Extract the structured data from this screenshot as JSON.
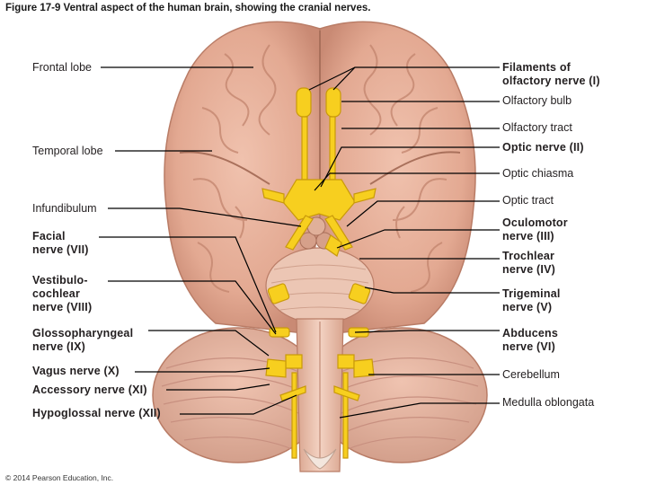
{
  "figure": {
    "title": "Figure 17-9 Ventral aspect of the human brain, showing the cranial nerves.",
    "copyright": "© 2014 Pearson Education, Inc."
  },
  "labels_left": {
    "frontal_lobe": "Frontal lobe",
    "temporal_lobe": "Temporal lobe",
    "infundibulum": "Infundibulum",
    "facial_nerve": "Facial\nnerve (VII)",
    "vestibulocochlear": "Vestibulo-\ncochlear\nnerve (VIII)",
    "glossopharyngeal": "Glossopharyngeal\nnerve (IX)",
    "vagus": "Vagus nerve (X)",
    "accessory": "Accessory nerve (XI)",
    "hypoglossal": "Hypoglossal nerve (XII)"
  },
  "labels_right": {
    "olfactory_filaments": "Filaments of\nolfactory nerve (I)",
    "olfactory_bulb": "Olfactory bulb",
    "olfactory_tract": "Olfactory tract",
    "optic_nerve": "Optic nerve (II)",
    "optic_chiasma": "Optic chiasma",
    "optic_tract": "Optic tract",
    "oculomotor": "Oculomotor\nnerve (III)",
    "trochlear": "Trochlear\nnerve (IV)",
    "trigeminal": "Trigeminal\nnerve (V)",
    "abducens": "Abducens\nnerve (VI)",
    "cerebellum": "Cerebellum",
    "medulla": "Medulla oblongata"
  },
  "colors": {
    "brain_tissue": "#e8b29e",
    "brain_shadow": "#c98a74",
    "nerve_yellow": "#f7cf1f",
    "nerve_outline": "#c99a0a",
    "leader_line": "#000000"
  }
}
